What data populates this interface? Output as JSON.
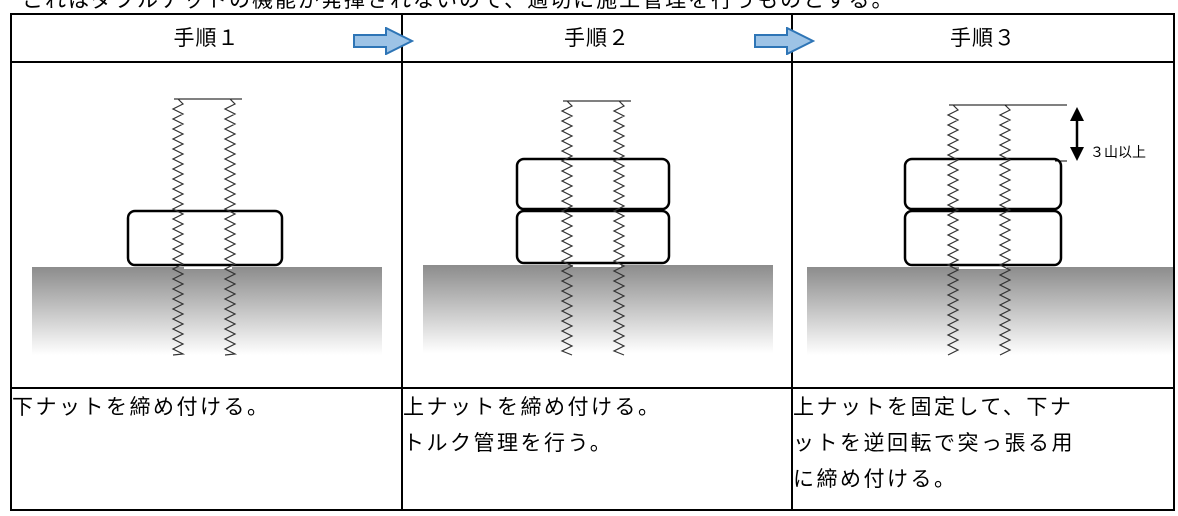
{
  "top_text": "これはダブルナットの機能が発揮されないので、適切に施工管理を行うものとする。",
  "steps": [
    {
      "header": "手順１",
      "description": [
        "下ナットを締め付ける。"
      ]
    },
    {
      "header": "手順２",
      "description": [
        "上ナットを締め付ける。",
        "トルク管理を行う。"
      ]
    },
    {
      "header": "手順３",
      "description": [
        "上ナットを固定して、下ナ",
        "ットを逆回転で突っ張る用",
        "に締め付ける。"
      ]
    }
  ],
  "dimension_label": "３山以上",
  "colors": {
    "arrow_fill": "#9dc3e6",
    "arrow_stroke": "#2e75b6",
    "ground_top": "#8c8c8c",
    "ground_bottom": "#ffffff"
  },
  "icons": {
    "arrow": "right-arrow-icon"
  }
}
